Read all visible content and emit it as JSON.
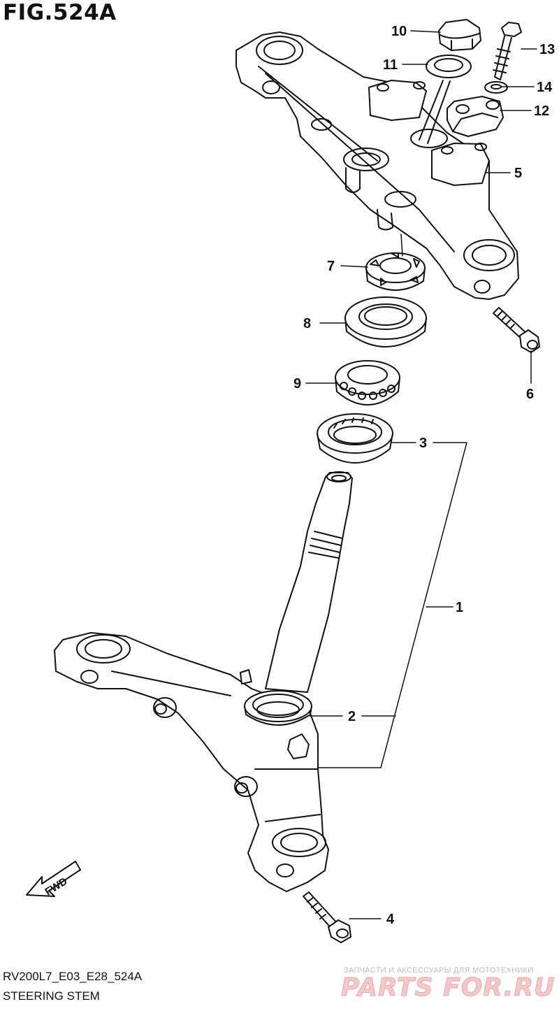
{
  "figure": {
    "title": "FIG.524A",
    "code": "RV200L7_E03_E28_524A",
    "name": "STEERING STEM"
  },
  "fwd_label": "FWD",
  "watermark": {
    "tagline": "ЗАПЧАСТИ И АКСЕССУАРЫ ДЛЯ МОТОТЕХНИКИ",
    "logo": "PARTS FOR.RU"
  },
  "callouts": {
    "c1": "1",
    "c2": "2",
    "c3": "3",
    "c4": "4",
    "c5": "5",
    "c6": "6",
    "c7": "7",
    "c8": "8",
    "c9": "9",
    "c10": "10",
    "c11": "11",
    "c12": "12",
    "c13": "13",
    "c14": "14"
  }
}
